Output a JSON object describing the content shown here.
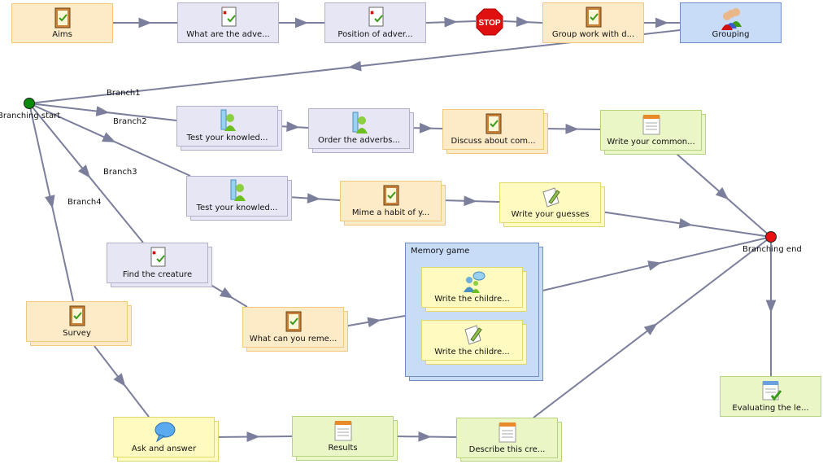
{
  "activities": {
    "aims": "Aims",
    "adverbs_what": "What are the adve...",
    "adverbs_position": "Position of adver...",
    "group_work": "Group work with d...",
    "grouping": "Grouping",
    "test1": "Test your knowled...",
    "order_adverbs": "Order the adverbs...",
    "discuss": "Discuss about com...",
    "write_common": "Write your common...",
    "test2": "Test your knowled...",
    "mime": "Mime a habit of y...",
    "write_guesses": "Write your guesses",
    "find_creature": "Find the creature",
    "what_remember": "What can you reme...",
    "survey": "Survey",
    "ask_answer": "Ask and answer",
    "results": "Results",
    "describe": "Describe this cre...",
    "evaluating": "Evaluating the le...",
    "memory_game": "Memory game",
    "write_children1": "Write the childre...",
    "write_children2": "Write the childre..."
  },
  "points": {
    "branching_start": "Branching start",
    "branching_end": "Branching end",
    "stop": "STOP"
  },
  "branches": [
    "Branch1",
    "Branch2",
    "Branch3",
    "Branch4"
  ],
  "colors": {
    "line": "#7b7f9c",
    "start": "#0a8a0a",
    "end": "#e81010",
    "stop": "#e01010"
  },
  "icons": {
    "aims": "notebook-icon",
    "adverbs_what": "quiz-icon",
    "adverbs_position": "quiz-icon",
    "group_work": "notebook-icon",
    "grouping": "people-group-icon",
    "test1": "test-user-icon",
    "order_adverbs": "test-user-icon",
    "discuss": "notebook-icon",
    "write_common": "notepad-icon",
    "test2": "test-user-icon",
    "mime": "notebook-icon",
    "write_guesses": "paper-pencil-icon",
    "find_creature": "quiz-icon",
    "what_remember": "notebook-icon",
    "survey": "notebook-icon",
    "ask_answer": "chat-bubble-icon",
    "results": "notepad-icon",
    "describe": "notepad-icon",
    "evaluating": "checklist-icon"
  }
}
